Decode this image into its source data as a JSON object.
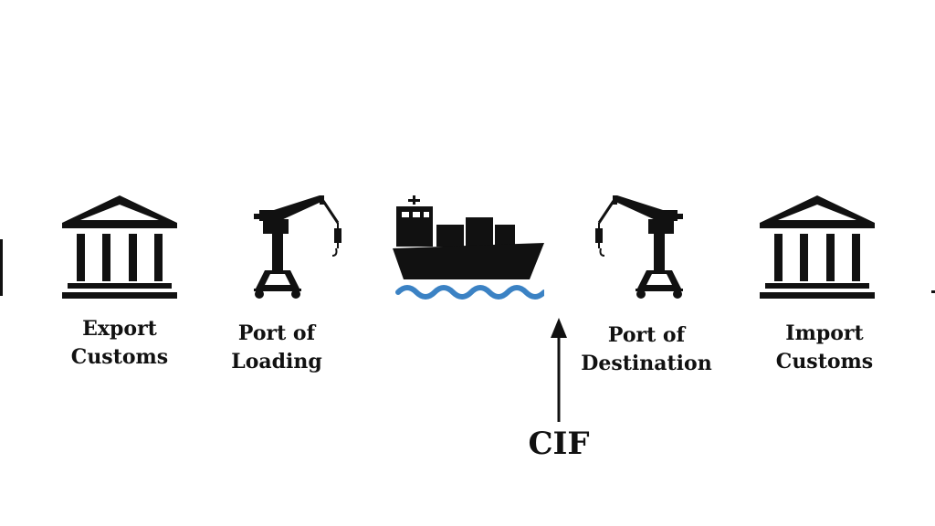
{
  "stages": [
    {
      "id": "export-customs",
      "icon": "bank-building-icon",
      "lines": [
        "Export",
        "Customs"
      ]
    },
    {
      "id": "port-of-loading",
      "icon": "harbor-crane-icon",
      "lines": [
        "Port of",
        "Loading"
      ]
    },
    {
      "id": "ship",
      "icon": "cargo-ship-icon",
      "lines": []
    },
    {
      "id": "port-of-destination",
      "icon": "harbor-crane-icon",
      "lines": [
        "Port of",
        "Destination"
      ]
    },
    {
      "id": "import-customs",
      "icon": "bank-building-icon",
      "lines": [
        "Import",
        "Customs"
      ]
    }
  ],
  "marker": {
    "label": "CIF",
    "icon": "up-arrow-icon"
  },
  "colors": {
    "ink": "#111111",
    "water": "#3b82c4",
    "background": "#ffffff"
  }
}
